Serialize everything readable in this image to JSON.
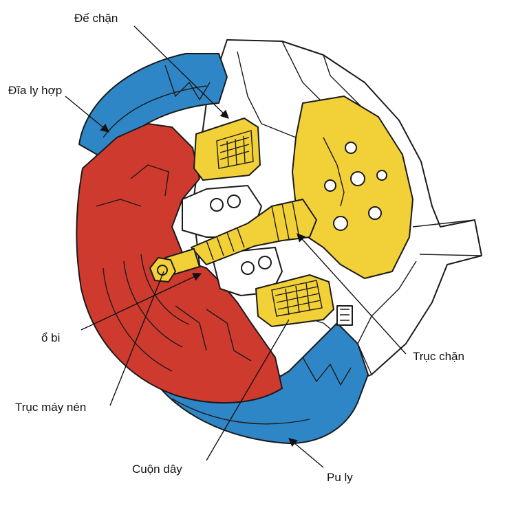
{
  "labels": {
    "de_chan": "Đế chặn",
    "dia_ly_hop": "Đĩa ly hợp",
    "o_bi": "ổ bi",
    "truc_may_nen": "Trục máy nén",
    "cuon_day": "Cuộn dây",
    "truc_chan": "Trục chặn",
    "pu_ly": "Pu ly"
  },
  "colors": {
    "pulley_blue": "#2f86c6",
    "clutch_red": "#cf3a2f",
    "coil_yellow": "#f2d038",
    "housing_white": "#ffffff",
    "outline": "#1a1a1a"
  }
}
